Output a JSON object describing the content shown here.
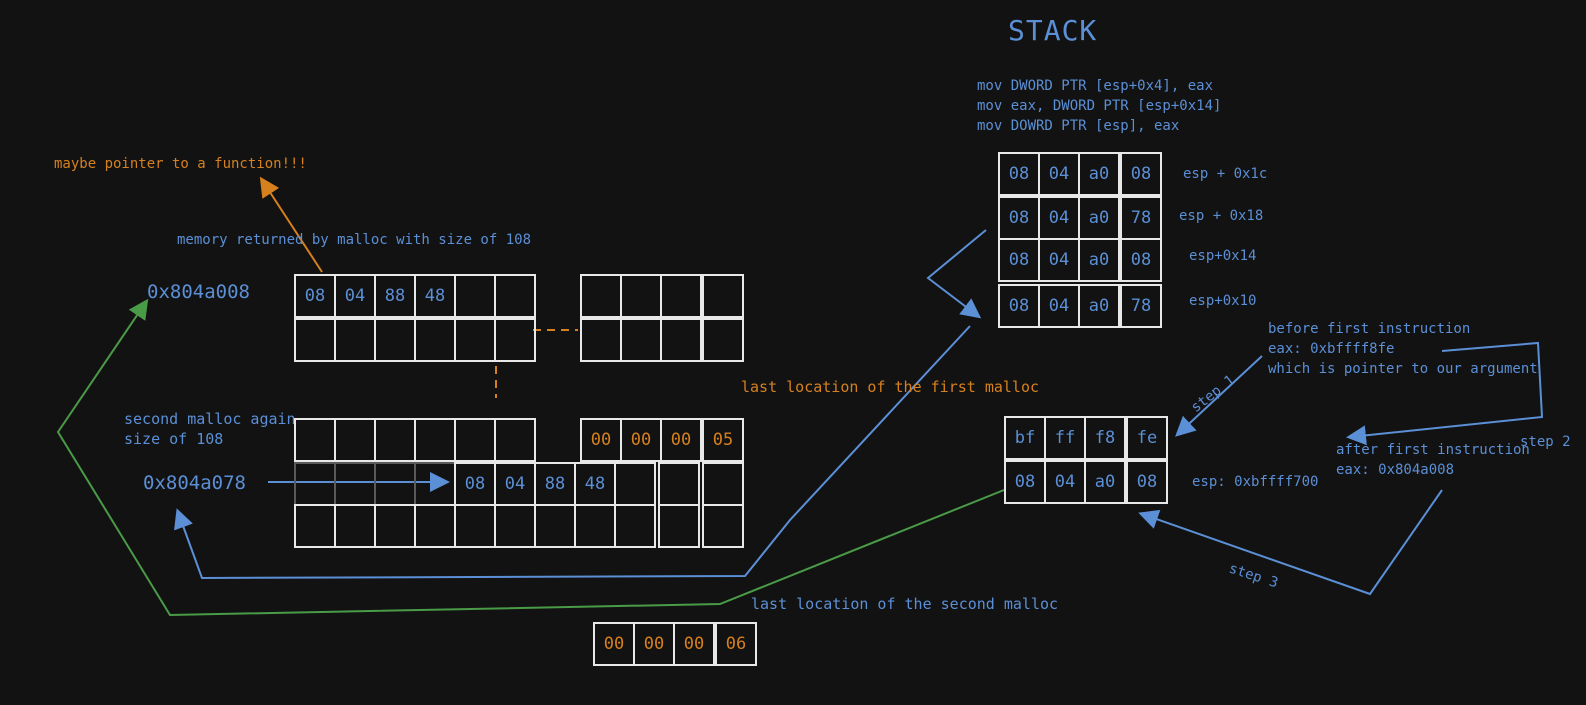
{
  "title": "STACK",
  "instructions": [
    "mov DWORD PTR [esp+0x4], eax",
    "mov eax, DWORD PTR [esp+0x14]",
    "mov DOWRD PTR [esp], eax"
  ],
  "stack_rows": [
    {
      "cells": [
        "08",
        "04",
        "a0",
        "08"
      ],
      "label": "esp + 0x1c"
    },
    {
      "cells": [
        "08",
        "04",
        "a0",
        "78"
      ],
      "label": "esp + 0x18"
    },
    {
      "cells": [
        "08",
        "04",
        "a0",
        "08"
      ],
      "label": "esp+0x14"
    },
    {
      "cells": [
        "08",
        "04",
        "a0",
        "78"
      ],
      "label": "esp+0x10"
    }
  ],
  "esp_cells": {
    "top": [
      "bf",
      "ff",
      "f8",
      "fe"
    ],
    "bottom": [
      "08",
      "04",
      "a0",
      "08"
    ],
    "label": "esp: 0xbffff700"
  },
  "note_before": [
    "before first instruction",
    "eax: 0xbffff8fe",
    "which is pointer to our argument"
  ],
  "note_after": [
    "after first instruction",
    "eax: 0x804a008"
  ],
  "steps": {
    "step1": "step 1",
    "step2": "step 2",
    "step3": "step 3"
  },
  "function_note": "maybe pointer to a function!!!",
  "malloc1": {
    "label": "memory returned by malloc with size of 108",
    "address": "0x804a008",
    "first_bytes": [
      "08",
      "04",
      "88",
      "48"
    ]
  },
  "malloc2": {
    "label_line1": "second malloc again",
    "label_line2": "size of 108",
    "address": "0x804a078",
    "bytes": [
      "08",
      "04",
      "88",
      "48"
    ]
  },
  "last_first": {
    "label": "last location of the first malloc",
    "bytes": [
      "00",
      "00",
      "00",
      "05"
    ]
  },
  "last_second": {
    "label": "last location of the second malloc",
    "bytes": [
      "00",
      "00",
      "00",
      "06"
    ]
  },
  "colors": {
    "blue": "#5b8fd6",
    "orange": "#d6801e",
    "green": "#4a9b47",
    "white": "#e8e8e8",
    "bg": "#121212"
  }
}
